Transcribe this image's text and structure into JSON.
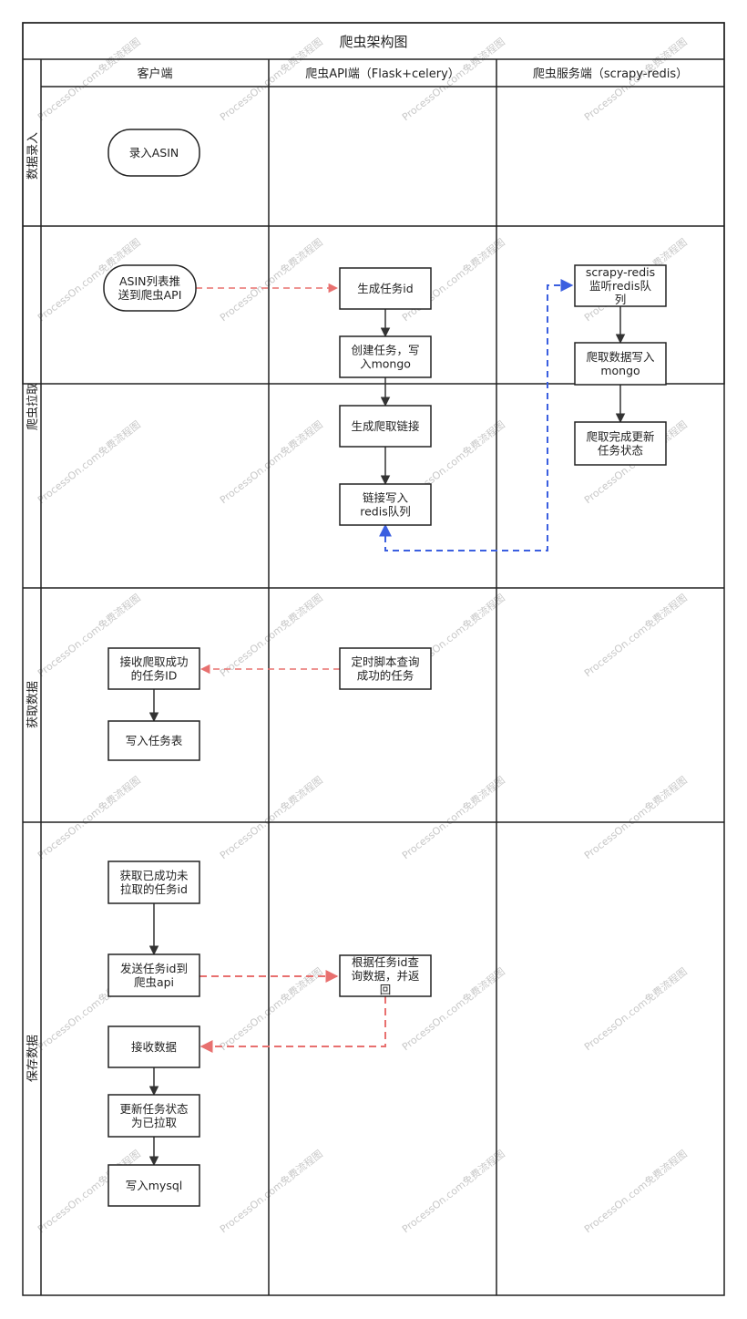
{
  "diagram": {
    "title": "爬虫架构图",
    "columns": [
      {
        "id": "client",
        "label": "客户端"
      },
      {
        "id": "api",
        "label": "爬虫API端（Flask+celery）"
      },
      {
        "id": "server",
        "label": "爬虫服务端（scrapy-redis）"
      }
    ],
    "lanes": [
      {
        "id": "input",
        "label": "数据录入"
      },
      {
        "id": "crawl",
        "label": "爬虫拉取"
      },
      {
        "id": "fetch",
        "label": "获取数据"
      },
      {
        "id": "save",
        "label": "保存数据"
      }
    ],
    "nodes": {
      "n_input_asin": {
        "lines": [
          "录入ASIN"
        ]
      },
      "n_push_list": {
        "lines": [
          "ASIN列表推",
          "送到爬虫API"
        ]
      },
      "n_gen_id": {
        "lines": [
          "生成任务id"
        ]
      },
      "n_create_task": {
        "lines": [
          "创建任务，写",
          "入mongo"
        ]
      },
      "n_gen_link": {
        "lines": [
          "生成爬取链接"
        ]
      },
      "n_link_redis": {
        "lines": [
          "链接写入",
          "redis队列"
        ]
      },
      "n_listen": {
        "lines": [
          "scrapy-redis",
          "监听redis队",
          "列"
        ]
      },
      "n_crawl_write": {
        "lines": [
          "爬取数据写入",
          "mongo"
        ]
      },
      "n_crawl_done": {
        "lines": [
          "爬取完成更新",
          "任务状态"
        ]
      },
      "n_receive_id": {
        "lines": [
          "接收爬取成功",
          "的任务ID"
        ]
      },
      "n_write_task": {
        "lines": [
          "写入任务表"
        ]
      },
      "n_cron": {
        "lines": [
          "定时脚本查询",
          "成功的任务"
        ]
      },
      "n_get_ids": {
        "lines": [
          "获取已成功未",
          "拉取的任务id"
        ]
      },
      "n_send_id": {
        "lines": [
          "发送任务id到",
          "爬虫api"
        ]
      },
      "n_query": {
        "lines": [
          "根据任务id查",
          "询数据，并返",
          "回"
        ]
      },
      "n_recv_data": {
        "lines": [
          "接收数据"
        ]
      },
      "n_update_status": {
        "lines": [
          "更新任务状态",
          "为已拉取"
        ]
      },
      "n_write_mysql": {
        "lines": [
          "写入mysql"
        ]
      }
    },
    "watermark": "ProcessOn.com免费流程图",
    "colors": {
      "line": "#222222",
      "red_dash": "#e8706f",
      "blue_dash": "#3b5fe0",
      "watermark": "#c8c8c8"
    }
  }
}
